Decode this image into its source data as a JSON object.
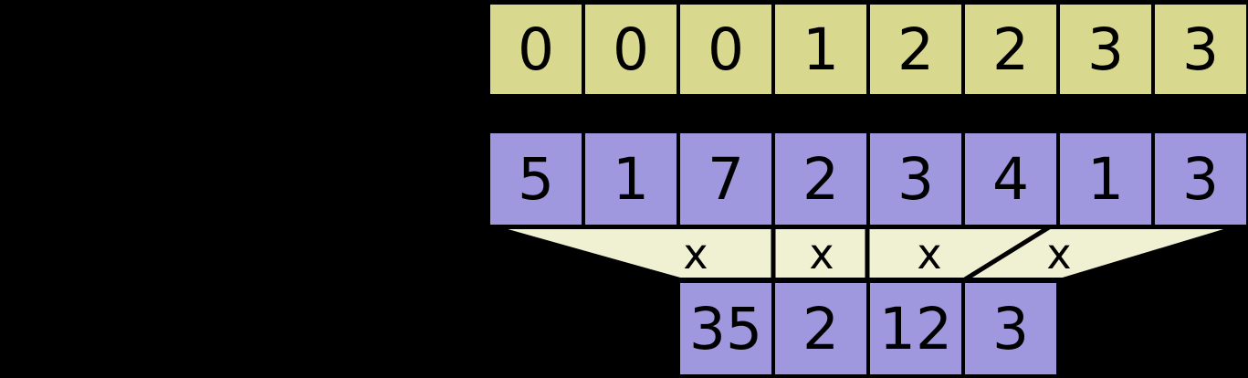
{
  "colors": {
    "background": "#000000",
    "keys_fill": "#d8d88e",
    "values_fill": "#a098de",
    "funnel_fill": "#f0f0d2",
    "text": "#000000"
  },
  "keys_row": {
    "cells": [
      "0",
      "0",
      "0",
      "1",
      "2",
      "2",
      "3",
      "3"
    ]
  },
  "values_row": {
    "cells": [
      "5",
      "1",
      "7",
      "2",
      "3",
      "4",
      "1",
      "3"
    ]
  },
  "funnel": {
    "operators": [
      "x",
      "x",
      "x",
      "x"
    ]
  },
  "results_row": {
    "cells": [
      "35",
      "2",
      "12",
      "3"
    ]
  }
}
